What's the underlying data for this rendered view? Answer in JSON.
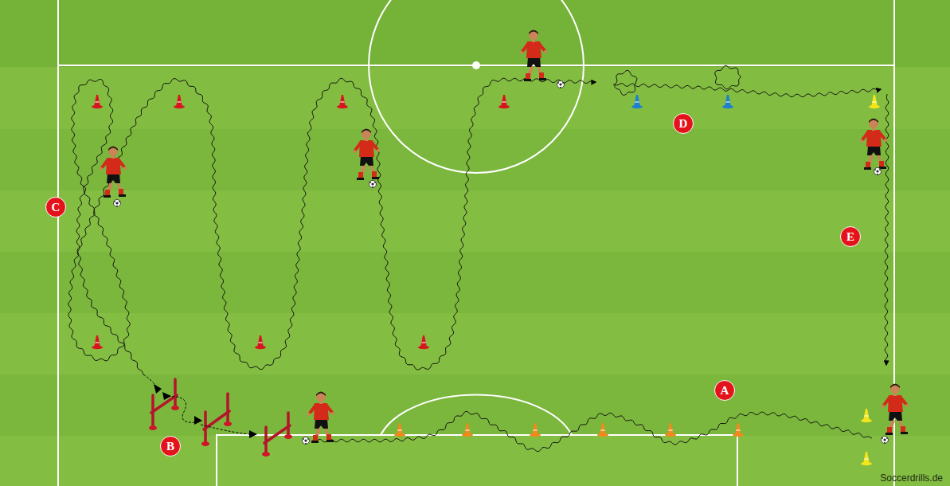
{
  "diagram": {
    "nodes": [
      {
        "text": [
          "D"
        ]
      },
      {
        "text": [
          "C"
        ]
      },
      {
        "text": [
          "E"
        ]
      },
      {
        "text": [
          "A"
        ]
      },
      {
        "text": [
          "B"
        ]
      }
    ],
    "labels": [
      "Soccerdrills.de"
    ]
  }
}
